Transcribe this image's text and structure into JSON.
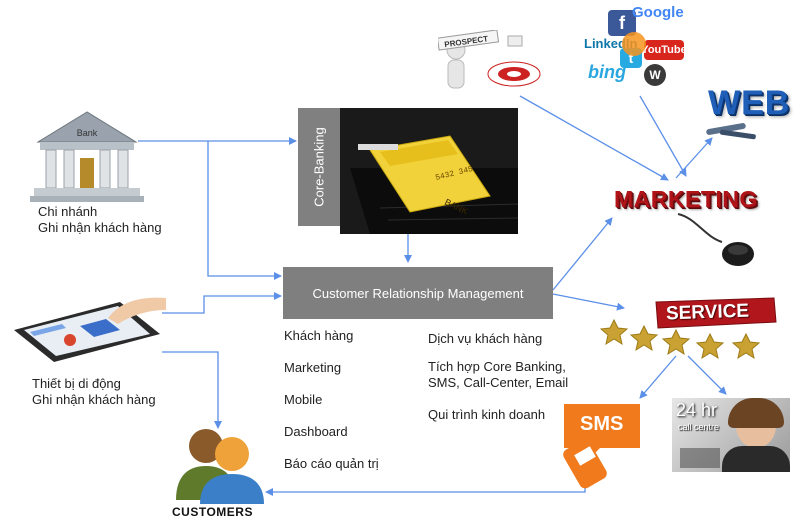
{
  "bank": {
    "sign": "Bank",
    "caption_line1": "Chi nhánh",
    "caption_line2": "Ghi nhận khách hàng"
  },
  "mobile": {
    "caption_line1": "Thiết bị di động",
    "caption_line2": "Ghi nhận khách hàng"
  },
  "core_banking": {
    "label": "Core-Banking",
    "card_text": "BANK",
    "card_number": "5432 345"
  },
  "crm": {
    "title": "Customer Relationship Management",
    "left_items": [
      "Khách hàng",
      "Marketing",
      "Mobile",
      "Dashboard",
      "Báo cáo quản trị"
    ],
    "right_items": [
      "Dịch vụ khách hàng",
      "Tích hợp Core Banking,",
      "SMS, Call-Center, Email",
      "Qui trình kinh doanh"
    ]
  },
  "customers": {
    "label": "CUSTOMERS"
  },
  "prospect": {
    "sign": "PROSPECT"
  },
  "social": {
    "facebook": "f",
    "google": "Google",
    "linkedin": "LinkedIn",
    "youtube": "YouTube",
    "bing": "bing",
    "twitter": "t",
    "wordpress": "W"
  },
  "web": {
    "label": "WEB"
  },
  "marketing": {
    "label": "MARKETING"
  },
  "service": {
    "label": "SERVICE"
  },
  "sms": {
    "label": "SMS"
  },
  "callcentre": {
    "big": "24 hr",
    "small": "call centre"
  },
  "colors": {
    "arrow": "#5b8fe8",
    "crm_box": "#7f7f7f",
    "sms_orange": "#f07a1c",
    "web_blue": "#1f5fb8"
  }
}
